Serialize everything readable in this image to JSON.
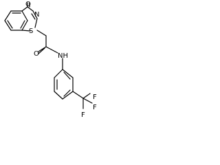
{
  "molecule": {
    "atoms": {
      "ring_oxygen": "O",
      "ring_nitrogen": "N",
      "ring_sulfur": "S",
      "amide_oxygen": "O",
      "amide_nh": "NH",
      "fluorine_1": "F",
      "fluorine_2": "F",
      "fluorine_3": "F"
    },
    "colors": {
      "bond": "#000000",
      "label": "#000000",
      "background": "#ffffff"
    }
  }
}
